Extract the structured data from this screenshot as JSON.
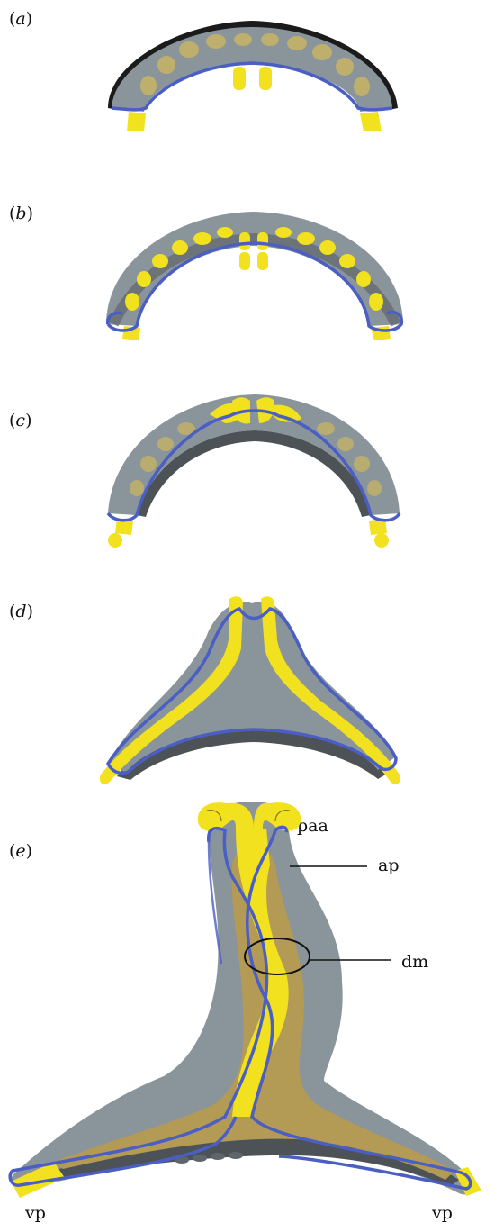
{
  "panels": [
    {
      "letter": "a"
    },
    {
      "letter": "b"
    },
    {
      "letter": "c"
    },
    {
      "letter": "d"
    },
    {
      "letter": "e"
    }
  ],
  "annotations": {
    "paa": "paa",
    "ap": "ap",
    "dm": "dm",
    "vp_left": "vp",
    "vp_right": "vp"
  },
  "colors": {
    "body_gray": "#8a949b",
    "dark_gray": "#5f666b",
    "outline_blue": "#4a5ec4",
    "yellow": "#f2e11e",
    "muted_yellow": "#c8b464",
    "tan": "#b39a55",
    "black_edge": "#1b1b1b"
  }
}
